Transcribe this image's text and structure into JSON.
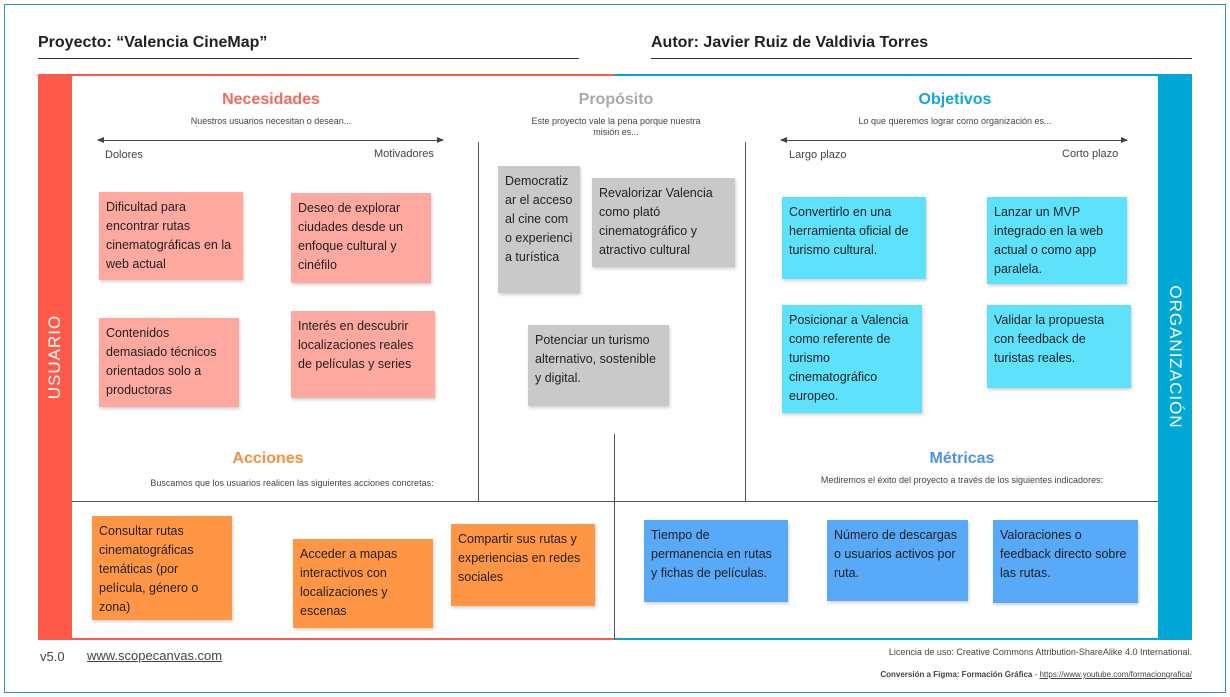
{
  "header": {
    "project": "Proyecto: “Valencia CineMap”",
    "author": "Autor: Javier Ruiz de Valdivia Torres"
  },
  "sides": {
    "left": "USUARIO",
    "right": "ORGANIZACIÓN"
  },
  "colors": {
    "user_accent": "#ff5a4a",
    "org_accent": "#00a8d6",
    "necesidades_title": "#f26b5b",
    "proposito_title": "#a9a9a9",
    "objetivos_title": "#12a7d9",
    "acciones_title": "#f7913f",
    "metricas_title": "#4a95e6"
  },
  "necesidades": {
    "title": "Necesidades",
    "subtitle": "Nuestros usuarios necesitan o desean...",
    "axis_left": "Dolores",
    "axis_right": "Motivadores",
    "notes": [
      "Dificultad para encontrar rutas cinematográficas en la web actual",
      "Deseo de explorar ciudades desde un enfoque cultural y cinéfilo",
      "Contenidos demasiado técnicos orientados solo a productoras",
      "Interés en descubrir localizaciones reales de películas y series"
    ]
  },
  "proposito": {
    "title": "Propósito",
    "subtitle": "Este proyecto vale la pena porque nuestra misión es...",
    "notes": [
      "Democratizar el acceso al cine como experiencia turística",
      "Revalorizar Valencia como plató cinematográfico y atractivo cultural",
      "Potenciar un turismo alternativo, sostenible y digital."
    ]
  },
  "objetivos": {
    "title": "Objetivos",
    "subtitle": "Lo que queremos lograr como organización es...",
    "axis_left": "Largo plazo",
    "axis_right": "Corto plazo",
    "notes": [
      "Convertirlo en una herramienta oficial de turismo cultural.",
      "Lanzar un MVP integrado en la web actual o como app paralela.",
      "Posicionar a Valencia como referente de turismo cinematográfico europeo.",
      "Validar la propuesta con feedback de turistas reales."
    ]
  },
  "acciones": {
    "title": "Acciones",
    "subtitle": "Buscamos que los usuarios realicen las siguientes acciones concretas:",
    "notes": [
      "Consultar rutas cinematográficas temáticas (por película, género o zona)",
      "Acceder a mapas interactivos con localizaciones y escenas",
      "Compartir sus rutas y experiencias en redes sociales"
    ]
  },
  "metricas": {
    "title": "Métricas",
    "subtitle": "Mediremos el éxito del proyecto a través de los siguientes indicadores:",
    "notes": [
      "Tiempo de permanencia en rutas y fichas de películas.",
      "Número de descargas o usuarios activos por ruta.",
      "Valoraciones o feedback directo sobre las rutas."
    ]
  },
  "footer": {
    "version": "v5.0",
    "site": "www.scopecanvas.com",
    "license": "Licencia de uso: Creative Commons Attribution-ShareAlike 4.0 International.",
    "figma_label": "Conversión a Figma: Formación Gráfica",
    "figma_sep": " - ",
    "figma_url": "https://www.youtube.com/formaciongrafica/"
  }
}
